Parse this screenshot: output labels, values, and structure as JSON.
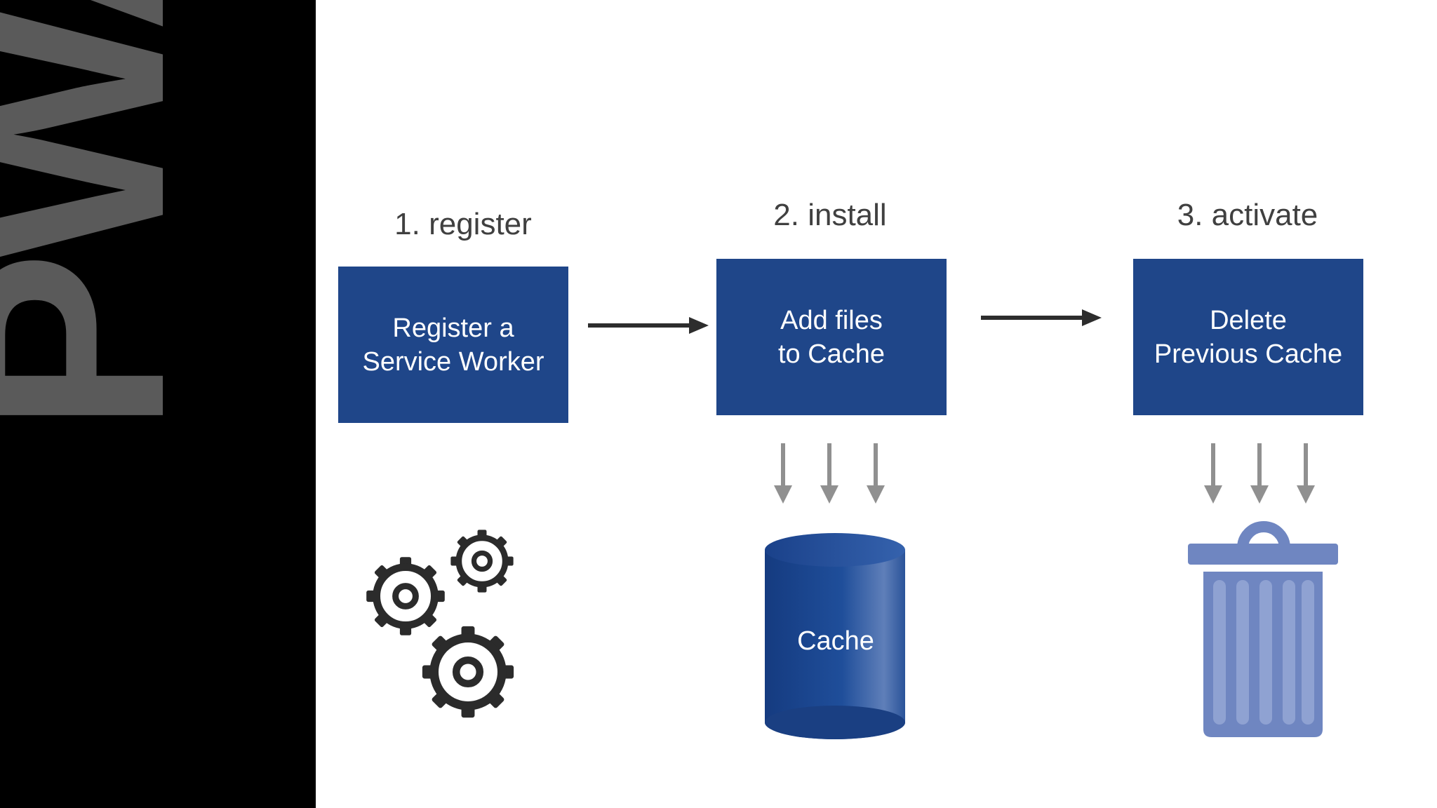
{
  "logo": {
    "text": "PWA"
  },
  "steps": [
    {
      "title": "1. register",
      "box_lines": [
        "Register a",
        "Service Worker"
      ],
      "icon": "gears-icon"
    },
    {
      "title": "2. install",
      "box_lines": [
        "Add files",
        "to Cache"
      ],
      "icon": "database-cylinder-icon",
      "icon_label": "Cache"
    },
    {
      "title": "3. activate",
      "box_lines": [
        "Delete",
        "Previous Cache"
      ],
      "icon": "trash-can-icon"
    }
  ],
  "colors": {
    "box": "#1f4689",
    "title_text": "#404040",
    "logo_text": "#5a5a5a",
    "arrow": "#2d2d2d",
    "down_arrow": "#909090",
    "gear": "#2b2b2b",
    "cylinder": "#1f4e9a",
    "trash": "#6f86c1"
  }
}
